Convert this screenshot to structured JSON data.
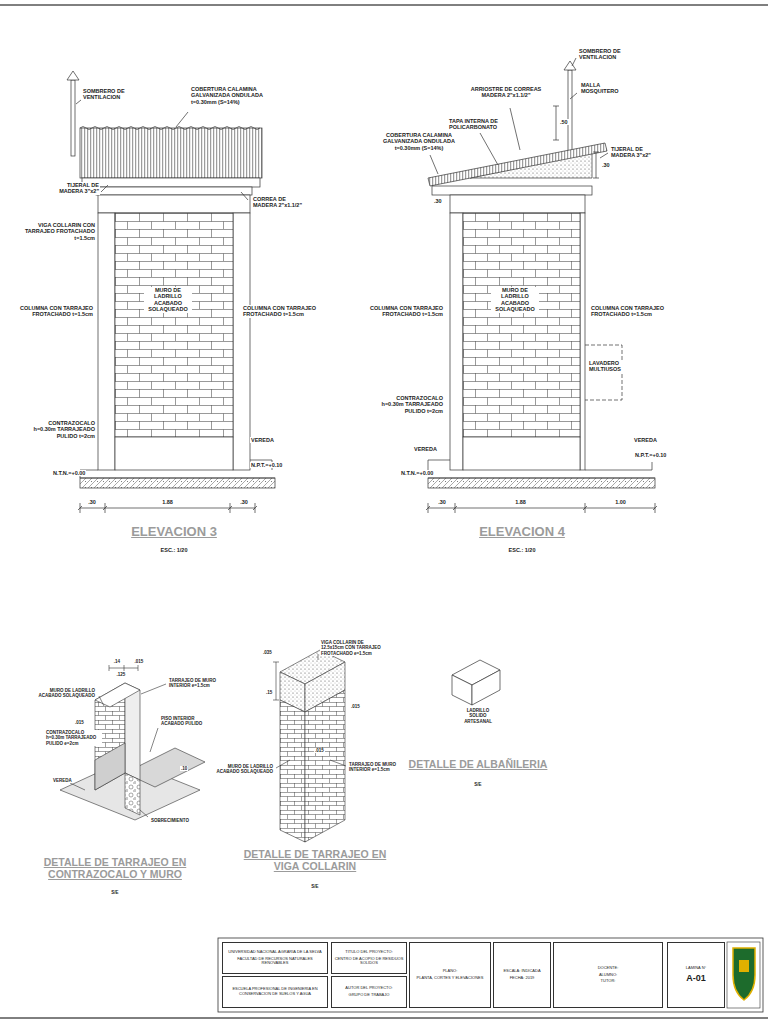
{
  "diagram": {
    "nodes": [
      {
        "text": [
          "UNIVERSIDAD NACIONAL AGRARIA DE LA SELVA",
          "FACULTAD DE RECURSOS NATURALES RENOVABLES"
        ]
      },
      {
        "text": [
          "ESCUELA PROFESIONAL DE INGENIERIA EN CONSERVACION DE SUELOS Y AGUA"
        ]
      },
      {
        "text": [
          "TITULO DEL PROYECTO:",
          "CENTRO DE ACOPIO DE RESIDUOS SOLIDOS"
        ]
      },
      {
        "text": [
          "AUTOR DEL PROYECTO:",
          "GRUPO DE TRABAJO"
        ]
      },
      {
        "text": [
          "PLANO:",
          "PLANTA, CORTES Y ELEVACIONES"
        ]
      },
      {
        "text": [
          "ESCALA: INDICADA",
          "FECHA: 2019"
        ]
      },
      {
        "text": [
          "DOCENTE:",
          "ALUMNO:",
          "TUTOR:"
        ]
      },
      {
        "text": [
          "LAMINA N°",
          "A-01"
        ]
      }
    ],
    "labels": [
      "SOMBRERO DE VENTILACION",
      "COBERTURA CALAMINA GALVANIZADA ONDULADA t=0.30mm (S=14%)",
      "TIJERAL DE MADERA 3\"x2\"",
      "CORREA DE MADERA 2\"x1.1/2\"",
      "VIGA COLLARIN CON TARRAJEO FROTACHADO t=1.5cm",
      "MURO DE LADRILLO ACABADO SOLAQUEADO",
      "COLUMNA CON TARRAJEO FROTACHADO t=1.5cm",
      "COLUMNA CON TARRAJEO FROTACHADO t=1.5cm",
      "CONTRAZOCALO h=0.30m TARRAJEADO PULIDO t=2cm",
      "VEREDA",
      "N.P.T.=+0.10",
      "N.T.N.=+0.00",
      ".30",
      "1.88",
      ".30",
      "ELEVACION 3",
      "ESC.: 1/20",
      "SOMBRERO DE VENTILACION",
      "MALLA MOSQUITERO",
      "ARRIOSTRE DE CORREAS MADERA 2\"x1.1/2\"",
      ".50",
      "TAPA INTERNA DE POLICARBONATO",
      "COBERTURA CALAMINA GALVANIZADA ONDULADA t=0.30mm (S=14%)",
      "TIJERAL DE MADERA 3\"x2\"",
      ".30",
      ".30",
      "MURO DE LADRILLO ACABADO SOLAQUEADO",
      "COLUMNA CON TARRAJEO FROTACHADO t=1.5cm",
      "COLUMNA CON TARRAJEO FROTACHADO t=1.5cm",
      "LAVADERO MULTIUSOS",
      "CONTRAZOCALO h=0.30m TARRAJEADO PULIDO t=2cm",
      "VEREDA",
      "VEREDA",
      "N.T.N.=+0.00",
      "N.P.T.=+0.10",
      ".30",
      "1.88",
      "1.00",
      "ELEVACION 4",
      "ESC.: 1/20",
      ".14",
      ".015",
      ".125",
      "TARRAJEO DE MURO INTERIOR e=1.5cm",
      "MURO DE LADRILLO ACABADO SOLAQUEADO",
      ".015",
      "CONTRAZOCALO h=0.30m TARRAJEADO PULIDO e=2cm",
      "PISO INTERIOR ACABADO PULIDO",
      ".10",
      "VEREDA",
      "SOBRECIMIENTO",
      "DETALLE DE TARRAJEO EN CONTRAZOCALO Y MURO",
      "S/E",
      ".035",
      "VIGA COLLARIN DE 12.5x15cm CON TARRAJEO FROTACHADO e=1.5cm",
      ".15",
      ".015",
      ".015",
      "MURO DE LADRILLO ACABADO SOLAQUEADO",
      "TARRAJEO DE MURO INTERIOR e=1.5cm",
      "DETALLE DE TARRAJEO EN VIGA COLLARIN",
      "S/E",
      "LADRILLO SOLIDO ARTESANAL",
      "DETALLE DE ALBAÑILERIA",
      "S/E"
    ]
  }
}
